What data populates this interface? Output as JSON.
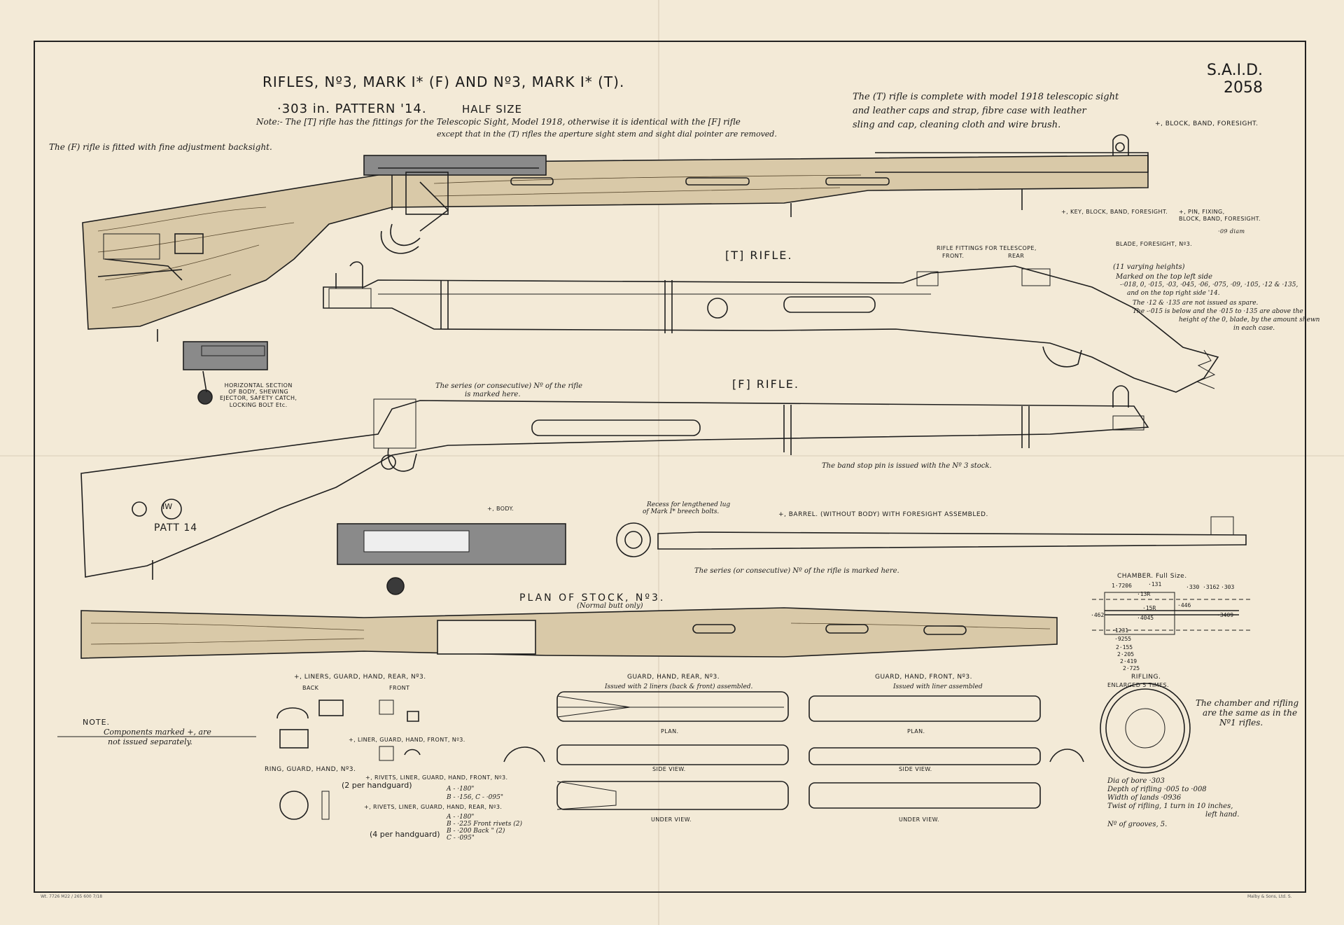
{
  "ref": {
    "line1": "S.A.I.D.",
    "line2": "2058"
  },
  "title": {
    "main": "RIFLES, Nº3, MARK I* (F) AND Nº3, MARK I* (T).",
    "sub": "·303 in. PATTERN '14.",
    "scale": "HALF SIZE"
  },
  "notes": {
    "note1_a": "Note:- The [T] rifle has the fittings for the Telescopic Sight, Model 1918, otherwise it is identical with the [F] rifle",
    "note1_b": "except that in the (T) rifles the aperture sight stem and sight dial pointer are removed.",
    "f_rifle": "The (F) rifle is fitted with fine adjustment backsight.",
    "t_rifle_1": "The (T) rifle is complete with model 1918 telescopic sight",
    "t_rifle_2": "and leather caps and strap, fibre case with leather",
    "t_rifle_3": "sling and cap, cleaning cloth and wire brush."
  },
  "labels": {
    "t_rifle": "[T] RIFLE.",
    "f_rifle": "[F] RIFLE.",
    "block_band": "+, BLOCK, BAND, FORESIGHT.",
    "key_block": "+, KEY, BLOCK, BAND, FORESIGHT.",
    "pin_fixing_1": "+, PIN, FIXING,",
    "pin_fixing_2": "BLOCK, BAND, FORESIGHT.",
    "pin_dia": "·09 diam",
    "blade": "BLADE, FORESIGHT, Nº3.",
    "blade_n1": "(11 varying heights)",
    "blade_n2": "Marked on the top left side",
    "blade_n3": "-·018, 0, ·015, ·03, ·045, ·06, ·075, ·09, ·105, ·12 & ·135,",
    "blade_n4": "and on the top right side '14.",
    "blade_n5": "The ·12 & ·135 are not issued as spare.",
    "blade_n6": "The -·015 is below and the ·015 to ·135 are above the",
    "blade_n7": "height of the 0, blade, by the amount shewn",
    "blade_n8": "in each case.",
    "fittings_1": "RIFLE FITTINGS FOR TELESCOPE,",
    "fittings_front": "FRONT.",
    "fittings_rear": "REAR",
    "hsec_1": "HORIZONTAL SECTION",
    "hsec_2": "OF BODY, SHEWING",
    "hsec_3": "EJECTOR, SAFETY CATCH,",
    "hsec_4": "LOCKING BOLT Etc.",
    "series_1": "The series (or consecutive) Nº of the rifle",
    "series_2": "is marked here.",
    "band_stop": "The band stop pin is issued with the Nº 3 stock.",
    "patt": "PATT 14",
    "iw": "IW",
    "body": "+, BODY.",
    "recess_1": "Recess for lengthened lug",
    "recess_2": "of Mark I* breech bolts.",
    "barrel": "+, BARREL. (WITHOUT BODY) WITH FORESIGHT ASSEMBLED.",
    "barrel_series": "The series (or consecutive) Nº of the rifle is marked here.",
    "plan_stock": "PLAN OF STOCK, Nº3.",
    "plan_stock_sub": "(Normal butt only)",
    "chamber": "CHAMBER. Full Size.",
    "rifling": "RIFLING.",
    "rifling_sub": "ENLARGED 5 TIMES.",
    "chamber_note_1": "The chamber and rifling",
    "chamber_note_2": "are the same as in the",
    "chamber_note_3": "Nº1 rifles.",
    "bore_1": "Dia of bore ·303",
    "bore_2": "Depth of rifling ·005 to ·008",
    "bore_3": "Width of lands ·0936",
    "bore_4": "Twist of rifling, 1 turn in 10 inches,",
    "bore_5": "left hand.",
    "bore_6": "Nº of grooves, 5.",
    "liners": "+, LINERS, GUARD, HAND, REAR, Nº3.",
    "back": "BACK",
    "front": "FRONT",
    "liner_front": "+, LINER, GUARD, HAND, FRONT, Nº3.",
    "ring": "RING, GUARD, HAND, Nº3.",
    "rivets_front": "+, RIVETS, LINER, GUARD, HAND, FRONT, Nº3.",
    "per2": "(2 per handguard)",
    "rf_a": "A - ·180\"",
    "rf_b": "B - ·156, C - ·095\"",
    "rivets_rear": "+, RIVETS, LINER, GUARD, HAND, REAR, Nº3.",
    "rr_a": "A - ·180\"",
    "rr_b": "B - ·225 Front rivets (2)",
    "rr_c": "B - ·200 Back \" (2)",
    "rr_d": "C - ·095\"",
    "per4": "(4 per handguard)",
    "ghr": "GUARD, HAND, REAR, Nº3.",
    "ghr_sub": "Issued with 2 liners (back & front) assembled.",
    "ghf": "GUARD, HAND, FRONT, Nº3.",
    "ghf_sub": "Issued with liner assembled",
    "plan": "PLAN.",
    "side_view": "SIDE VIEW.",
    "under_view": "UNDER VIEW.",
    "note_hdr": "NOTE.",
    "note_1": "Components marked +, are",
    "note_2": "not issued separately.",
    "imprint_l": "Wt. 7726 M22 / 265 600 7/18",
    "imprint_r": "Malby & Sons, Ltd. S."
  },
  "chamber_dims": [
    "1·7206",
    "·131",
    "·13R",
    "·15R",
    "·4045",
    "·3409",
    "·462",
    "·1231",
    "·9255",
    "2·155",
    "2·205",
    "2·419",
    "2·725",
    "·330",
    "·3162",
    "·303",
    "·446"
  ]
}
